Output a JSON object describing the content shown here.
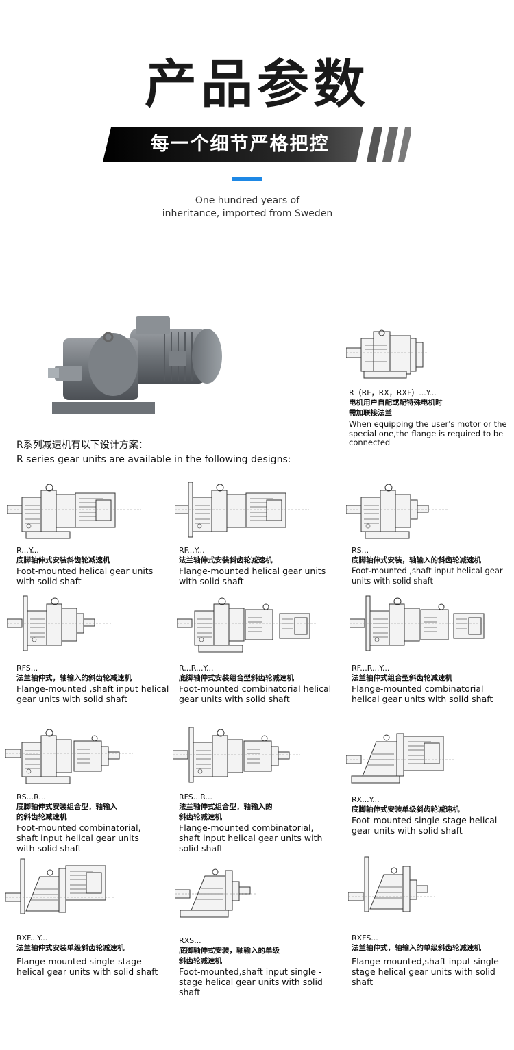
{
  "header": {
    "title": "产品参数",
    "banner": "每一个细节严格把控",
    "subtitle_line1": "One hundred years of",
    "subtitle_line2": "inheritance, imported from Sweden"
  },
  "colors": {
    "accent": "#1e88e5",
    "banner_dark": "#111111"
  },
  "featured": {
    "code": "R（RF，RX，RXF）...Y...",
    "cn1": "电机用户自配或配特殊电机时",
    "cn2": "需加联接法兰",
    "en": "When equipping the user's motor or the special one,the flange is required to be connected"
  },
  "intro": {
    "cn": "R系列减速机有以下设计方案：",
    "en": "R series gear units are available in the following designs:"
  },
  "designs": [
    {
      "code": "R...Y...",
      "cn": "底脚轴伸式安装斜齿轮减速机",
      "en": "Foot-mounted helical gear units with solid shaft"
    },
    {
      "code": "RF...Y...",
      "cn": "法兰轴伸式安装斜齿轮减速机",
      "en": "Flange-mounted helical gear units with solid shaft"
    },
    {
      "code": "RS...",
      "cn": "底脚轴伸式安装，轴输入的斜齿轮减速机",
      "en": "Foot-mounted ,shaft input helical gear units with solid shaft"
    },
    {
      "code": "RFS...",
      "cn": "法兰轴伸式，轴输入的斜齿轮减速机",
      "en": "Flange-mounted ,shaft input helical gear units with solid shaft"
    },
    {
      "code": "R...R...Y...",
      "cn": "底脚轴伸式安装组合型斜齿轮减速机",
      "en": "Foot-mounted combinatorial helical gear units with solid shaft"
    },
    {
      "code": "RF...R...Y...",
      "cn": "法兰轴伸式组合型斜齿轮减速机",
      "en": "Flange-mounted combinatorial helical gear units with solid shaft"
    },
    {
      "code": "RS...R...",
      "cn1": "底脚轴伸式安装组合型，轴输入",
      "cn2": "的斜齿轮减速机",
      "en": "Foot-mounted combinatorial, shaft input helical gear units with solid shaft"
    },
    {
      "code": "RFS...R...",
      "cn1": "法兰轴伸式组合型，轴输入的",
      "cn2": "斜齿轮减速机",
      "en": "Flange-mounted combinatorial, shaft input helical gear units with solid shaft"
    },
    {
      "code": "RX...Y...",
      "cn": "底脚轴伸式安装单级斜齿轮减速机",
      "en": "Foot-mounted single-stage helical gear units with solid shaft"
    },
    {
      "code": "RXF...Y...",
      "cn": "法兰轴伸式安装单级斜齿轮减速机",
      "en": "Flange-mounted single-stage helical gear units with solid shaft"
    },
    {
      "code": "RXS...",
      "cn1": "底脚轴伸式安装，轴输入的单级",
      "cn2": "斜齿轮减速机",
      "en": "Foot-mounted,shaft input single -stage  helical gear units with solid shaft"
    },
    {
      "code": "RXFS...",
      "cn": "法兰轴伸式，轴输入的单级斜齿轮减速机",
      "en": "Flange-mounted,shaft input single -stage  helical gear units with solid shaft"
    }
  ]
}
